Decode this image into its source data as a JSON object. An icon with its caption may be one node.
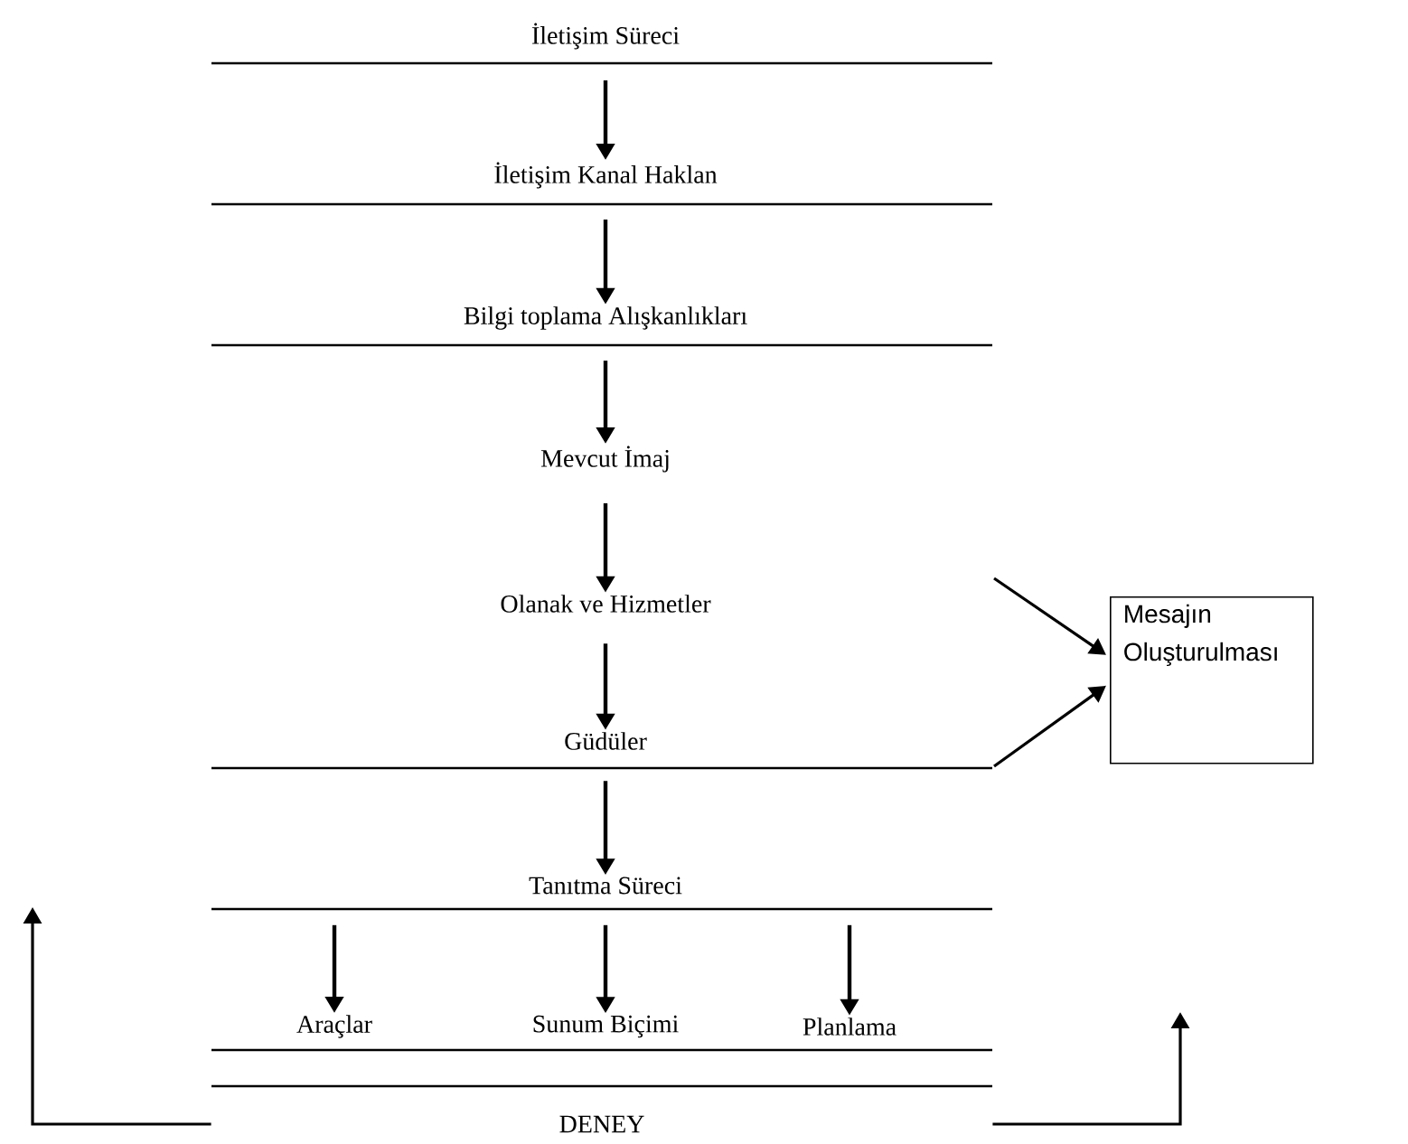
{
  "diagram": {
    "nodes": [
      {
        "text": [
          "İletişim Süreci"
        ]
      },
      {
        "text": [
          "İletişim Kanal Haklan"
        ]
      },
      {
        "text": [
          "Bilgi toplama Alışkanlıkları"
        ]
      },
      {
        "text": [
          "Mevcut İmaj"
        ]
      },
      {
        "text": [
          "Olanak ve Hizmetler"
        ]
      },
      {
        "text": [
          "Güdüler"
        ]
      },
      {
        "text": [
          "Tanıtma Süreci"
        ]
      },
      {
        "text": [
          "Araçlar"
        ]
      },
      {
        "text": [
          "Sunum Biçimi"
        ]
      },
      {
        "text": [
          "Planlama"
        ]
      },
      {
        "text": [
          "DENEY"
        ]
      },
      {
        "text": [
          "Mesajın Oluşturulması"
        ]
      }
    ],
    "edges": [
      {
        "from": 0,
        "to": 1,
        "arrow": "to"
      },
      {
        "from": 1,
        "to": 2,
        "arrow": "to"
      },
      {
        "from": 2,
        "to": 3,
        "arrow": "to"
      },
      {
        "from": 3,
        "to": 4,
        "arrow": "to"
      },
      {
        "from": 4,
        "to": 5,
        "arrow": "to"
      },
      {
        "from": 5,
        "to": 6,
        "arrow": "to"
      },
      {
        "from": 6,
        "to": 7,
        "arrow": "to"
      },
      {
        "from": 6,
        "to": 8,
        "arrow": "to"
      },
      {
        "from": 6,
        "to": 9,
        "arrow": "to"
      },
      {
        "from": null,
        "to": 11,
        "arrow": "to"
      },
      {
        "from": 5,
        "to": 11,
        "arrow": "to"
      },
      {
        "from": 10,
        "to": null,
        "arrow": "to"
      },
      {
        "from": 10,
        "to": null,
        "arrow": "to"
      }
    ]
  }
}
